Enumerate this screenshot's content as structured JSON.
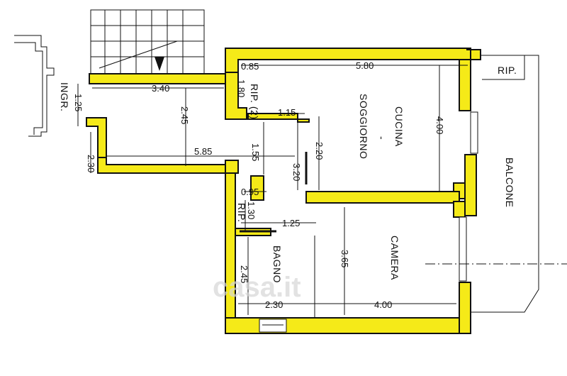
{
  "rooms": {
    "cucina": "CUCINA",
    "cucina_dash": "-",
    "soggiorno": "SOGGIORNO",
    "balcone": "BALCONE",
    "camera": "CAMERA",
    "bagno": "BAGNO",
    "ingr": "INGR.",
    "rip_top": "RIP.",
    "rip_2": "RIP. (2)",
    "rip_small": "RIP."
  },
  "dimensions": {
    "d_085": "0.85",
    "d_580": "5.80",
    "d_340": "3.40",
    "d_125_left": "1.25",
    "d_180": "1.80",
    "d_115": "1.15",
    "d_400_kitchen": "4.00",
    "d_245_hall": "2.45",
    "d_585": "5.85",
    "d_155": "1.55",
    "d_220": "2.20",
    "d_230_left": "2.30",
    "d_320": "3.20",
    "d_095": "0.95",
    "d_130": "1.30",
    "d_125_bath": "1.25",
    "d_365": "3.65",
    "d_245_bath": "2.45",
    "d_230_bath": "2.30",
    "d_400_camera": "4.00"
  },
  "watermark": "casa.it",
  "colors": {
    "wall": "#f5ea18",
    "line": "#111111"
  }
}
